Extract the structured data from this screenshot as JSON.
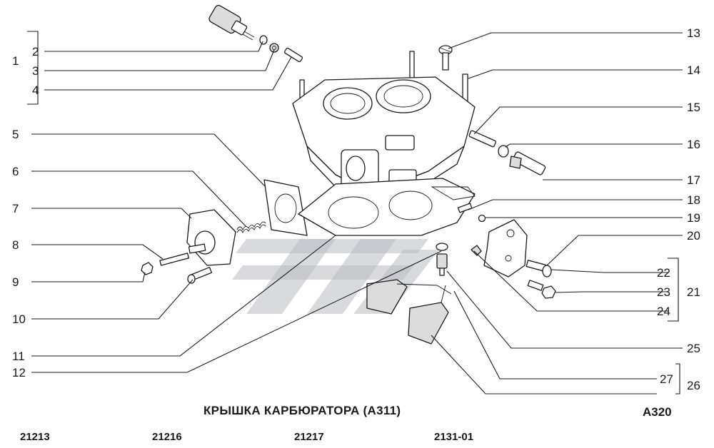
{
  "title": "КРЫШКА КАРБЮРАТОРА (А311)",
  "diagram_code": "А320",
  "models": [
    "21213",
    "21216",
    "21217",
    "2131-01"
  ],
  "callouts": {
    "n1": "1",
    "n2": "2",
    "n3": "3",
    "n4": "4",
    "n5": "5",
    "n6": "6",
    "n7": "7",
    "n8": "8",
    "n9": "9",
    "n10": "10",
    "n11": "11",
    "n12": "12",
    "n13": "13",
    "n14": "14",
    "n15": "15",
    "n16": "16",
    "n17": "17",
    "n18": "18",
    "n19": "19",
    "n20": "20",
    "n21": "21",
    "n22": "22",
    "n23": "23",
    "n24": "24",
    "n25": "25",
    "n26": "26",
    "n27": "27"
  }
}
